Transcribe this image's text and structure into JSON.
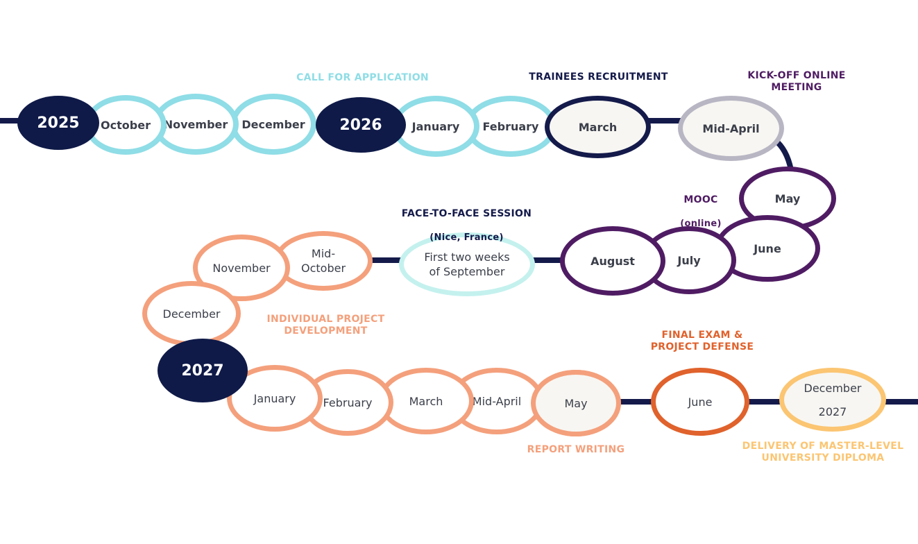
{
  "colors": {
    "navy": "#0f1a48",
    "line": "#141a4a",
    "cyan": "#8fdde6",
    "purple": "#4f1c63",
    "grey": "#b8b6c3",
    "mint": "#c4f1ee",
    "salmon": "#f4a07c",
    "orange": "#e0622c",
    "gold": "#fbc572"
  },
  "years": {
    "y2025": "2025",
    "y2026": "2026",
    "y2027": "2027"
  },
  "row1": {
    "october": "October",
    "november": "November",
    "december": "December",
    "january": "January",
    "february": "February",
    "march": "March",
    "mid_april": "Mid-April"
  },
  "row2": {
    "may": "May",
    "june": "June",
    "july": "July",
    "august": "August",
    "september": "First two weeks\nof September",
    "mid_october": "Mid-\nOctober",
    "november": "November",
    "december": "December"
  },
  "row3": {
    "january": "January",
    "february": "February",
    "march": "March",
    "mid_april": "Mid-April",
    "may": "May",
    "june": "June",
    "december_2027": "December\n\n2027"
  },
  "labels": {
    "call_for_application": "CALL FOR APPLICATION",
    "trainees_recruitment": "TRAINEES RECRUITMENT",
    "kick_off": "KICK-OFF ONLINE\nMEETING",
    "mooc": "MOOC",
    "mooc_sub": "(online)",
    "face_to_face": "FACE-TO-FACE SESSION",
    "face_to_face_sub": "(Nice, France)",
    "individual_project": "INDIVIDUAL PROJECT\nDEVELOPMENT",
    "final_exam": "FINAL EXAM &\nPROJECT DEFENSE",
    "report_writing": "REPORT WRITING",
    "delivery": "DELIVERY OF MASTER-LEVEL\nUNIVERSITY DIPLOMA"
  }
}
